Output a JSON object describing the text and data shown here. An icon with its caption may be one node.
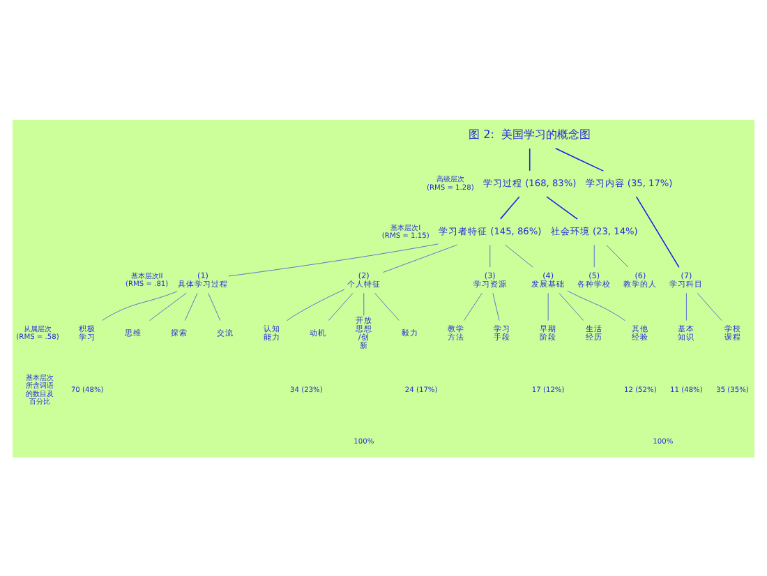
{
  "diagram": {
    "nodes": [
      {
        "text": [
          "图 2:  美国学习的概念图"
        ]
      },
      {
        "text": [
          "学习过程 (168, 83%)"
        ]
      },
      {
        "text": [
          "学习内容 (35, 17%)"
        ]
      },
      {
        "text": [
          "学习者特征 (145, 86%)"
        ]
      },
      {
        "text": [
          "社会环境 (23, 14%)"
        ]
      },
      {
        "text": [
          "(1)",
          "具体学习过程"
        ]
      },
      {
        "text": [
          "(2)",
          "个人特征"
        ]
      },
      {
        "text": [
          "(3)",
          "学习资源"
        ]
      },
      {
        "text": [
          "(4)",
          "发展基础"
        ]
      },
      {
        "text": [
          "(5)",
          "各种学校"
        ]
      },
      {
        "text": [
          "(6)",
          "教学的人"
        ]
      },
      {
        "text": [
          "(7)",
          "学习科目"
        ]
      },
      {
        "text": [
          "积极学习"
        ]
      },
      {
        "text": [
          "思维"
        ]
      },
      {
        "text": [
          "探索"
        ]
      },
      {
        "text": [
          "交流"
        ]
      },
      {
        "text": [
          "认知能力"
        ]
      },
      {
        "text": [
          "动机"
        ]
      },
      {
        "text": [
          "开放思想/创新"
        ]
      },
      {
        "text": [
          "毅力"
        ]
      },
      {
        "text": [
          "教学方法"
        ]
      },
      {
        "text": [
          "学习手段"
        ]
      },
      {
        "text": [
          "早期阶段"
        ]
      },
      {
        "text": [
          "生活经历"
        ]
      },
      {
        "text": [
          "其他经验"
        ]
      },
      {
        "text": [
          "基本知识"
        ]
      },
      {
        "text": [
          "学校课程"
        ]
      }
    ],
    "edges": [
      {
        "from": 0,
        "to": 1,
        "arrow": "none",
        "color": "#1f1fe8"
      },
      {
        "from": 0,
        "to": 2,
        "arrow": "none",
        "color": "#1f1fe8"
      },
      {
        "from": 1,
        "to": 3,
        "arrow": "none",
        "color": "#1f1fe8"
      },
      {
        "from": 1,
        "to": 4,
        "arrow": "none",
        "color": "#1f1fe8"
      },
      {
        "from": 2,
        "to": 11,
        "arrow": "none",
        "color": "#1f1fe8"
      },
      {
        "from": 3,
        "to": 5,
        "arrow": "none"
      },
      {
        "from": 3,
        "to": 6,
        "arrow": "none"
      },
      {
        "from": 3,
        "to": 7,
        "arrow": "none"
      },
      {
        "from": 3,
        "to": 8,
        "arrow": "none"
      },
      {
        "from": 4,
        "to": 9,
        "arrow": "none"
      },
      {
        "from": 4,
        "to": 10,
        "arrow": "none"
      },
      {
        "from": 5,
        "to": 12,
        "arrow": "none"
      },
      {
        "from": 5,
        "to": 13,
        "arrow": "none"
      },
      {
        "from": 5,
        "to": 14,
        "arrow": "none"
      },
      {
        "from": 5,
        "to": 15,
        "arrow": "none"
      },
      {
        "from": 6,
        "to": 16,
        "arrow": "none"
      },
      {
        "from": 6,
        "to": 17,
        "arrow": "none"
      },
      {
        "from": 6,
        "to": 18,
        "arrow": "none"
      },
      {
        "from": 6,
        "to": 19,
        "arrow": "none"
      },
      {
        "from": 7,
        "to": 20,
        "arrow": "none"
      },
      {
        "from": 7,
        "to": 21,
        "arrow": "none"
      },
      {
        "from": 8,
        "to": 22,
        "arrow": "none"
      },
      {
        "from": 8,
        "to": 23,
        "arrow": "none"
      },
      {
        "from": 8,
        "to": 24,
        "arrow": "none"
      },
      {
        "from": 11,
        "to": 25,
        "arrow": "none"
      },
      {
        "from": 11,
        "to": 26,
        "arrow": "none"
      }
    ],
    "labels": [
      "高级层次 (RMS = 1.28)",
      "基本层次I (RMS = 1.15)",
      "基本层次II (RMS = .81)",
      "从属层次 (RMS = .58)",
      "基本层次所含词语的数目及百分比",
      "70 (48%)",
      "34 (23%)",
      "24 (17%)",
      "17 (12%)",
      "12 (52%)",
      "11 (48%)",
      "35 (35%)",
      "100%",
      "100%"
    ]
  }
}
